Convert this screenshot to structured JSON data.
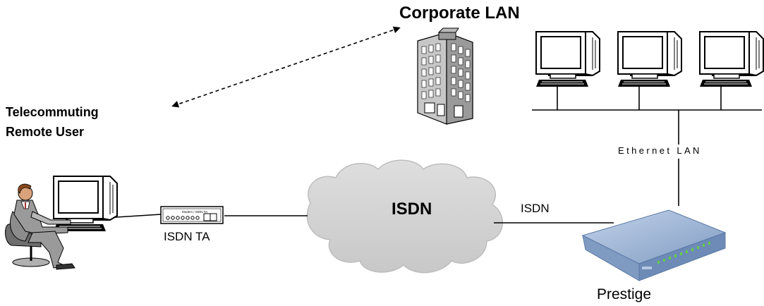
{
  "title": "Corporate LAN",
  "remote_user": {
    "line1": "Telecommuting",
    "line2": "Remote User"
  },
  "ethernet_label": "Ethernet LAN",
  "cloud_label": "ISDN",
  "isdn_line_label": "ISDN",
  "ta_label": "ISDN TA",
  "router_label": "Prestige",
  "ta_device_text": "Modem / ISDN TA",
  "colors": {
    "cloud": "#d6d6d6",
    "router_body": "#8fa9cc",
    "router_top": "#b4c8e2",
    "router_leds": "#66cc44",
    "building": "#c7c7c7",
    "monitor_screen": "#ffffff"
  }
}
